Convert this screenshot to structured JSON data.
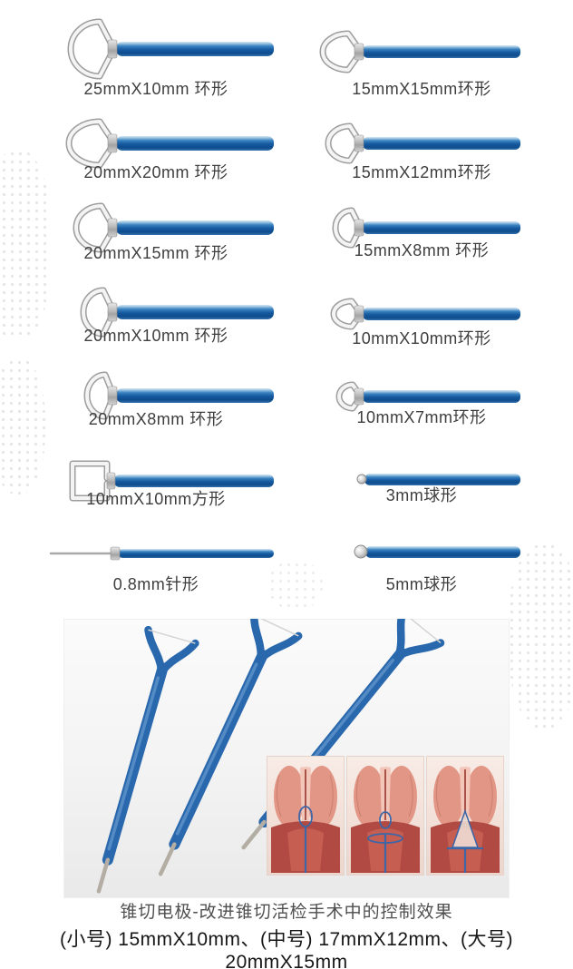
{
  "catalog": {
    "left_column": [
      {
        "label": "25mmX10mm 环形",
        "type": "loop"
      },
      {
        "label": "20mmX20mm 环形",
        "type": "loop"
      },
      {
        "label": "20mmX15mm 环形",
        "type": "loop"
      },
      {
        "label": "20mmX10mm 环形",
        "type": "loop"
      },
      {
        "label": "20mmX8mm 环形",
        "type": "loop"
      },
      {
        "label": "10mmX10mm方形",
        "type": "square"
      },
      {
        "label": "0.8mm针形",
        "type": "needle"
      }
    ],
    "right_column": [
      {
        "label": "15mmX15mm环形",
        "type": "loop"
      },
      {
        "label": "15mmX12mm环形",
        "type": "loop"
      },
      {
        "label": "15mmX8mm 环形",
        "type": "loop"
      },
      {
        "label": "10mmX10mm环形",
        "type": "loop"
      },
      {
        "label": "10mmX7mm环形",
        "type": "loop"
      },
      {
        "label": "3mm球形",
        "type": "ball"
      },
      {
        "label": "5mm球形",
        "type": "ball"
      }
    ]
  },
  "footer": {
    "caption": "锥切电极-改进锥切活检手术中的控制效果",
    "sizes_line": "(小号) 15mmX10mm、(中号) 17mmX12mm、(大号) 20mmX15mm"
  },
  "colors": {
    "shaft_blue": "#15599f",
    "instrument_blue": "#2a68ae",
    "wire_gray": "#9d9d9d",
    "label_text": "#3e3e3e"
  }
}
